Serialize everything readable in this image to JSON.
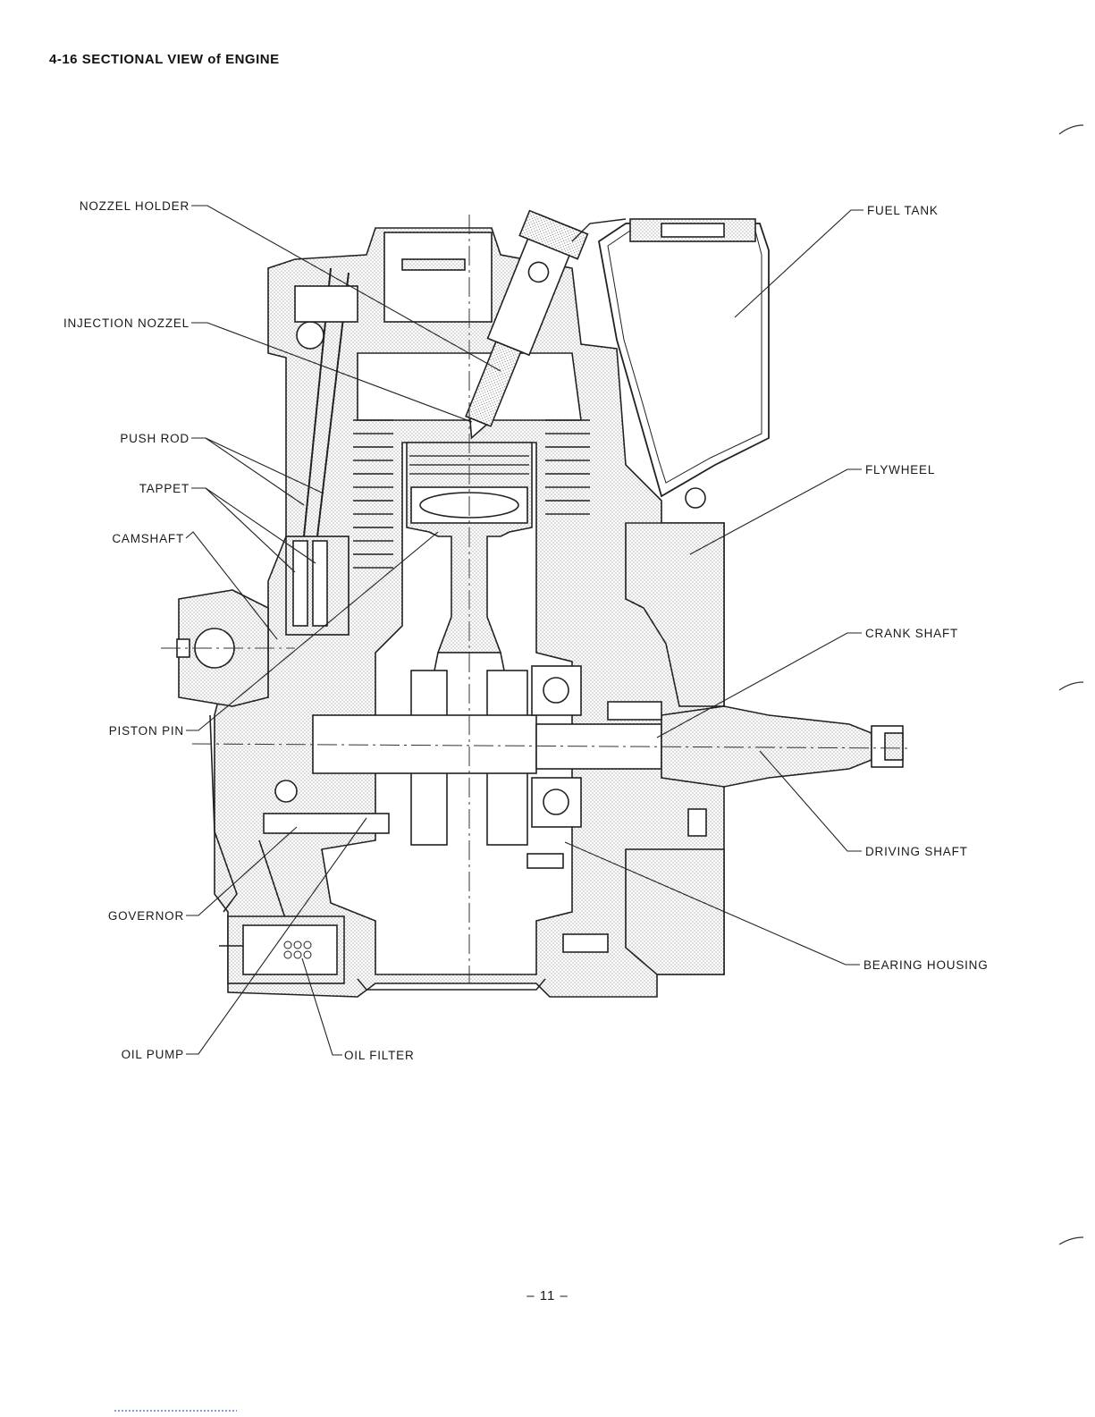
{
  "page": {
    "section_title": "4-16  SECTIONAL VIEW of ENGINE",
    "page_number": "– 11 –"
  },
  "labels": {
    "nozzel_holder": "NOZZEL HOLDER",
    "injection_nozzel": "INJECTION NOZZEL",
    "push_rod": "PUSH ROD",
    "tappet": "TAPPET",
    "camshaft": "CAMSHAFT",
    "piston_pin": "PISTON PIN",
    "governor": "GOVERNOR",
    "oil_pump": "OIL PUMP",
    "oil_filter": "OIL FILTER",
    "fuel_tank": "FUEL TANK",
    "flywheel": "FLYWHEEL",
    "crank_shaft": "CRANK SHAFT",
    "driving_shaft": "DRIVING SHAFT",
    "bearing_housing": "BEARING HOUSING"
  }
}
